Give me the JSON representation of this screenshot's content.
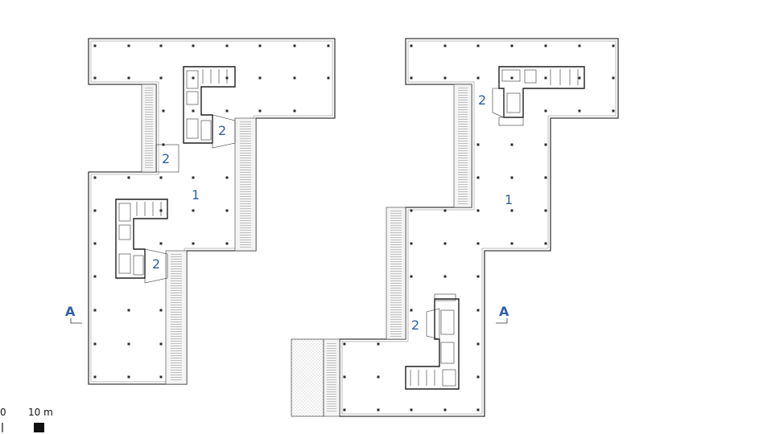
{
  "plan_left": {
    "zone_main": "1",
    "zone_core": "2"
  },
  "plan_right": {
    "zone_main": "1",
    "zone_core": "2"
  },
  "section_marker": "A",
  "scale": {
    "zero": "0",
    "ten": "10 m"
  },
  "colors": {
    "label_blue": "#2f5fa7",
    "wall": "#3a3a3a"
  }
}
